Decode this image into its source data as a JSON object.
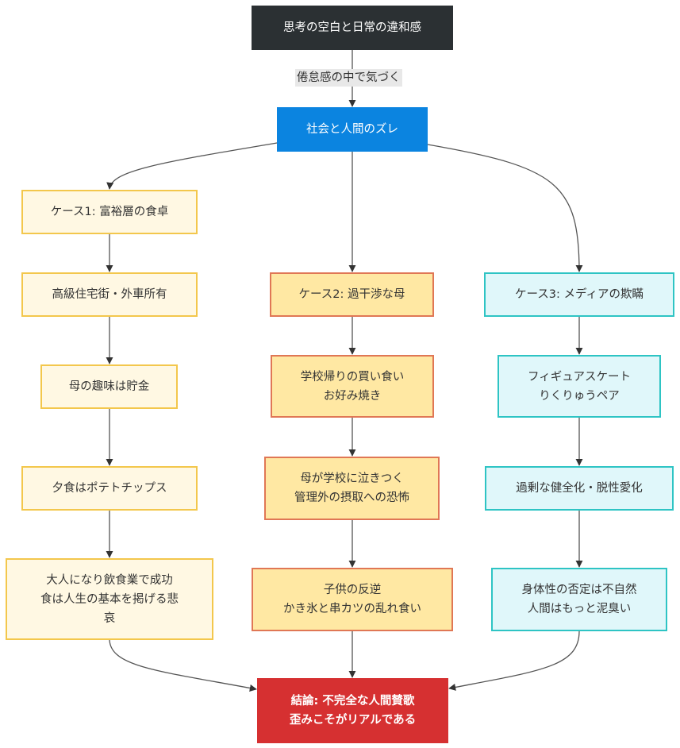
{
  "diagram": {
    "start": "思考の空白と日常の違和感",
    "edge_label": "倦怠感の中で気づく",
    "hub": "社会と人間のズレ",
    "case1": {
      "title": "ケース1: 富裕層の食卓",
      "steps": [
        "高級住宅街・外車所有",
        "母の趣味は貯金",
        "夕食はポテトチップス",
        "大人になり飲食業で成功\n食は人生の基本を掲げる悲\n哀"
      ]
    },
    "case2": {
      "title": "ケース2: 過干渉な母",
      "steps": [
        "学校帰りの買い食い\nお好み焼き",
        "母が学校に泣きつく\n管理外の摂取への恐怖",
        "子供の反逆\nかき氷と串カツの乱れ食い"
      ]
    },
    "case3": {
      "title": "ケース3: メディアの欺瞞",
      "steps": [
        "フィギュアスケート\nりくりゅうペア",
        "過剰な健全化・脱性愛化",
        "身体性の否定は不自然\n人間はもっと泥臭い"
      ]
    },
    "conclusion": "結論: 不完全な人間賛歌\n歪みこそがリアルである"
  },
  "colors": {
    "start": "#2b3033",
    "hub": "#0b84e0",
    "case1_fill": "#fff8e3",
    "case1_border": "#f3c74c",
    "case2_fill": "#ffe8a3",
    "case2_border": "#e07755",
    "case3_fill": "#e0f7fa",
    "case3_border": "#2ec4c4",
    "conclusion": "#d63031"
  }
}
